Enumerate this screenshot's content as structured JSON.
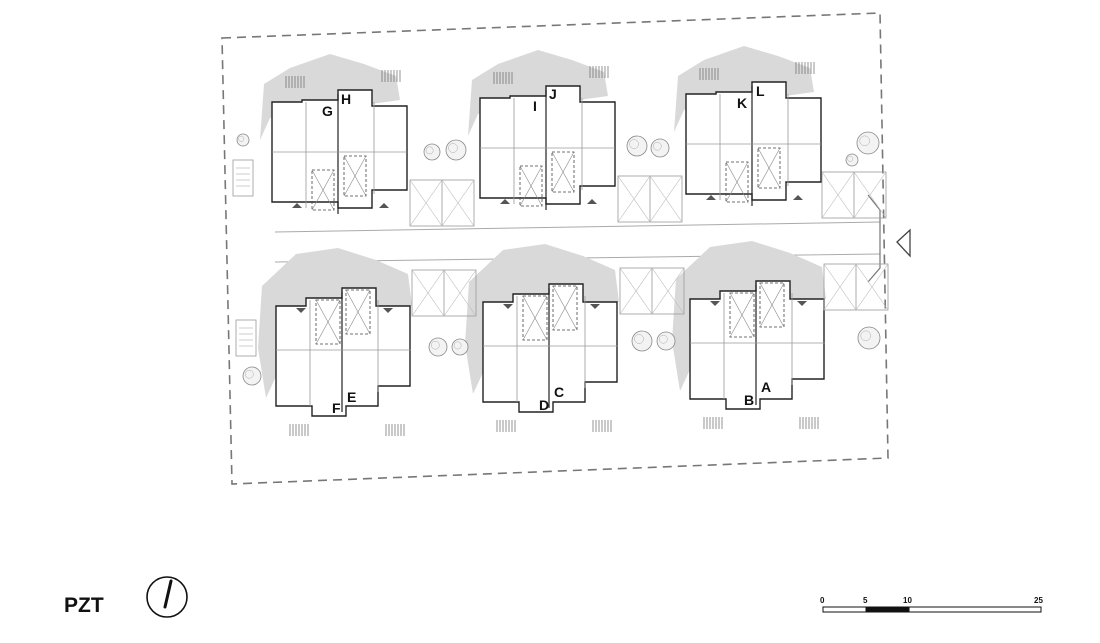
{
  "drawing": {
    "title": "PZT",
    "units": [
      {
        "id": "A",
        "label": "A"
      },
      {
        "id": "B",
        "label": "B"
      },
      {
        "id": "C",
        "label": "C"
      },
      {
        "id": "D",
        "label": "D"
      },
      {
        "id": "E",
        "label": "E"
      },
      {
        "id": "F",
        "label": "F"
      },
      {
        "id": "G",
        "label": "G"
      },
      {
        "id": "H",
        "label": "H"
      },
      {
        "id": "I",
        "label": "I"
      },
      {
        "id": "J",
        "label": "J"
      },
      {
        "id": "K",
        "label": "K"
      },
      {
        "id": "L",
        "label": "L"
      }
    ],
    "north_arrow_icon": "north-arrow-icon",
    "scale_bar": {
      "ticks": [
        "0",
        "5",
        "10",
        "25"
      ],
      "filled_segment": "5-10"
    },
    "colors": {
      "line": "#222222",
      "shadow": "#d9d9d9",
      "light_line": "#9a9a9a",
      "site_boundary": "#777777"
    }
  }
}
